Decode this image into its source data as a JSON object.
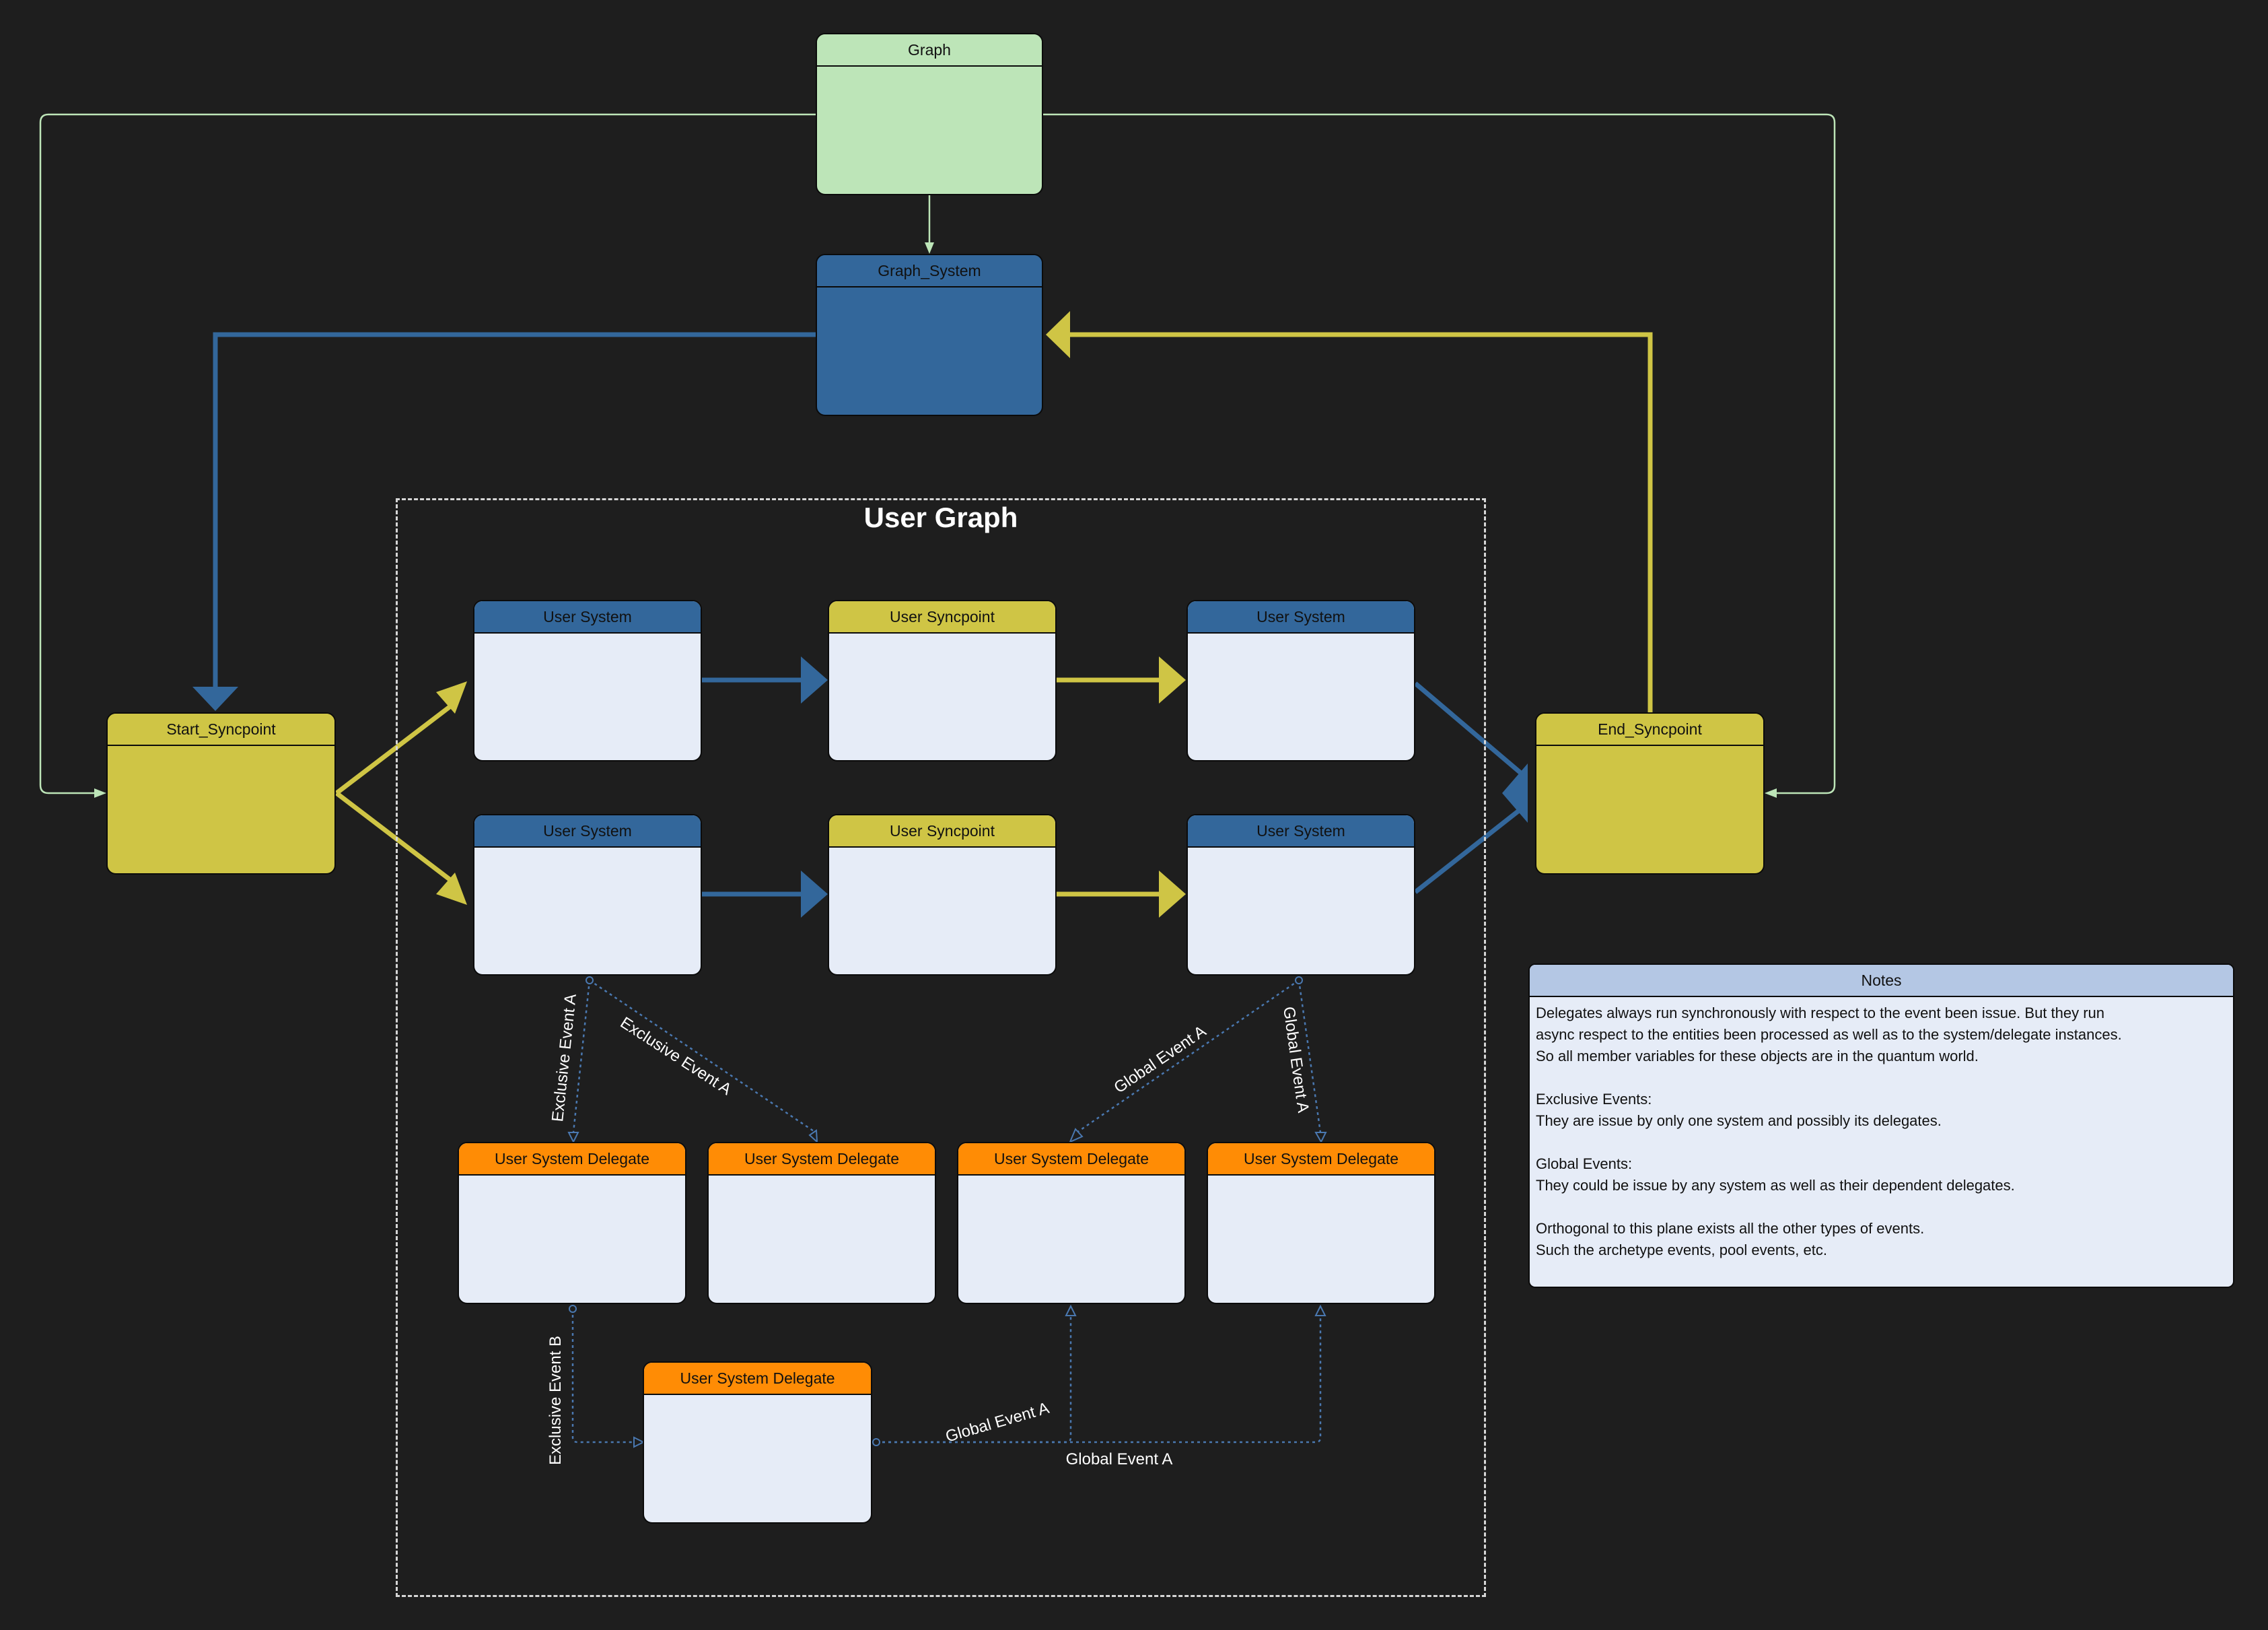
{
  "group": {
    "title": "User Graph"
  },
  "nodes": {
    "graph": "Graph",
    "graph_system": "Graph_System",
    "start_syncpoint": "Start_Syncpoint",
    "end_syncpoint": "End_Syncpoint",
    "user_system_1": "User System",
    "user_syncpoint_1": "User Syncpoint",
    "user_system_2": "User System",
    "user_system_3": "User System",
    "user_syncpoint_2": "User Syncpoint",
    "user_system_4": "User System",
    "delegate_1": "User System Delegate",
    "delegate_2": "User System Delegate",
    "delegate_3": "User System Delegate",
    "delegate_4": "User System Delegate",
    "delegate_5": "User System Delegate"
  },
  "edge_labels": {
    "exclusive_a_down": "Exclusive Event A",
    "exclusive_a_diag": "Exclusive Event A",
    "global_a_diag": "Global Event A",
    "global_a_down": "Global Event A",
    "exclusive_b": "Exclusive Event B",
    "global_a_up": "Global Event A",
    "global_a_bottom": "Global Event A"
  },
  "notes": {
    "title": "Notes",
    "lines": [
      "Delegates always run synchronously with respect to the event been issue. But they run",
      "async respect to the entities been processed as well as to the system/delegate instances.",
      "So all member variables for these objects are in the quantum world.",
      "",
      "Exclusive Events:",
      "They are issue by only one system and possibly its delegates.",
      "",
      "Global Events:",
      "They could be issue by any system as well as their dependent delegates.",
      "",
      "Orthogonal to this plane exists all the other types of events.",
      "Such the archetype events, pool events, etc."
    ]
  },
  "colors": {
    "graph_green": "#bde5b8",
    "system_blue": "#33679b",
    "syncpoint_yellow": "#cfc545",
    "delegate_orange": "#ff8c05",
    "body_light": "#e6ecf7",
    "background": "#1e1e1e"
  }
}
